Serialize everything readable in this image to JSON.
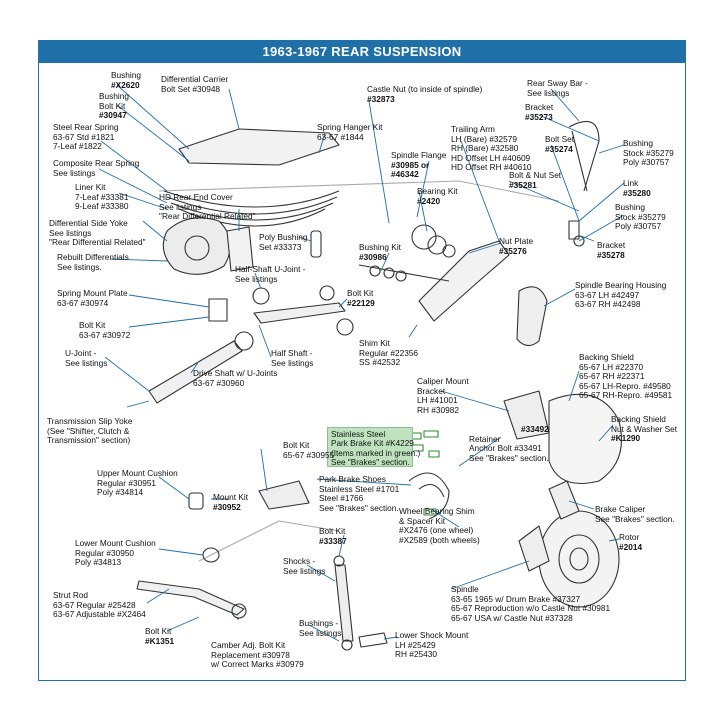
{
  "title": "1963-1967 REAR SUSPENSION",
  "colors": {
    "accent": "#1f6fa8",
    "note_bg": "#bfe3bf",
    "leader": "#1f6fa8"
  },
  "labels": {
    "bushing_x2620": [
      "Bushing",
      "#X2620"
    ],
    "bushing_bolt_kit": [
      "Bushing",
      "Bolt Kit",
      "#30947"
    ],
    "diff_carrier_bolt": [
      "Differential Carrier",
      "Bolt Set  #30948"
    ],
    "castle_nut": [
      "Castle Nut (to inside of spindle)",
      "#32873"
    ],
    "rear_sway_bar": [
      "Rear Sway Bar -",
      "See listings"
    ],
    "bracket_35273": [
      "Bracket",
      "#35273"
    ],
    "bolt_set_35274": [
      "Bolt Set",
      "#35274"
    ],
    "bushing_stock_poly_1": [
      "Bushing",
      "Stock  #35279",
      "Poly  #30757"
    ],
    "steel_rear_spring": [
      "Steel Rear Spring",
      "63-67 Std  #1821",
      "7-Leaf  #1822"
    ],
    "spring_hanger_kit": [
      "Spring Hanger Kit",
      "63-67  #1844"
    ],
    "trailing_arm": [
      "Trailing Arm",
      "LH (Bare)  #32579",
      "RH (Bare)  #32580",
      "HD Offset LH  #40609",
      "HD Offset RH  #40610"
    ],
    "composite_spring": [
      "Composite Rear Spring",
      "See listings"
    ],
    "spindle_flange": [
      "Spindle Flange",
      "#30985 or",
      "#46342"
    ],
    "bolt_nut_set": [
      "Bolt & Nut Set",
      "#35281"
    ],
    "link": [
      "Link",
      "#35280"
    ],
    "liner_kit": [
      "Liner Kit",
      "7-Leaf  #33381",
      "9-Leaf  #33380"
    ],
    "hd_rear_end_cover": [
      "HD Rear End Cover",
      "See listings",
      "\"Rear Differential Related\""
    ],
    "bearing_kit": [
      "Bearing Kit",
      "#2420"
    ],
    "bushing_stock_poly_2": [
      "Bushing",
      "Stock  #35279",
      "Poly  #30757"
    ],
    "diff_side_yoke": [
      "Differential Side Yoke",
      "See listings",
      "\"Rear Differential Related\""
    ],
    "poly_bushing_set": [
      "Poly Bushing",
      "Set  #33373"
    ],
    "nut_plate": [
      "Nut Plate",
      "#35276"
    ],
    "bracket_35278": [
      "Bracket",
      "#35278"
    ],
    "rebuilt_diffs": [
      "Rebuilt Differentials",
      "See listings."
    ],
    "bushing_kit": [
      "Bushing Kit",
      "#30986"
    ],
    "half_shaft_ujoint": [
      "Half-Shaft U-Joint -",
      "See listings"
    ],
    "spindle_bearing_housing": [
      "Spindle Bearing Housing",
      "63-67 LH  #42497",
      "63-67 RH  #42498"
    ],
    "spring_mount_plate": [
      "Spring Mount Plate",
      "63-67  #30974"
    ],
    "bolt_kit_22129": [
      "Bolt Kit",
      "#22129"
    ],
    "bolt_kit_30972": [
      "Bolt Kit",
      "63-67  #30972"
    ],
    "shim_kit": [
      "Shim Kit",
      "Regular  #22356",
      "SS  #42532"
    ],
    "ujoint": [
      "U-Joint -",
      "See listings"
    ],
    "half_shaft": [
      "Half Shaft -",
      "See listings"
    ],
    "backing_shield": [
      "Backing Shield",
      "65-67 LH  #22370",
      "65-67 RH  #22371",
      "65-67 LH-Repro.  #49580",
      "65-67 RH-Repro.  #49581"
    ],
    "drive_shaft": [
      "Drive Shaft w/ U-Joints",
      "63-67  #30960"
    ],
    "caliper_mount_bracket": [
      "Caliper Mount",
      "Bracket",
      "LH  #41001",
      "RH  #30982"
    ],
    "green_note": [
      "Stainless Steel",
      "Park Brake Kit  #K4229",
      "(Items marked in green.)",
      "See \"Brakes\" section."
    ],
    "backing_shield_nut": [
      "Backing Shield",
      "Nut & Washer Set",
      "#K1290"
    ],
    "trans_slip_yoke": [
      "Transmission Slip Yoke",
      "(See \"Shifter, Clutch &",
      "Transmission\" section)"
    ],
    "retainer_anchor_bolt": [
      "#33492",
      "Retainer",
      "Anchor Bolt  #33491",
      "See \"Brakes\" section."
    ],
    "bolt_kit_30955": [
      "Bolt Kit",
      "65-67  #30955"
    ],
    "upper_mount_cushion": [
      "Upper Mount Cushion",
      "Regular  #30951",
      "Poly  #34814"
    ],
    "park_brake_shoes": [
      "Park Brake Shoes",
      "Stainless Steel  #1701",
      "Steel  #1766",
      "See \"Brakes\" section."
    ],
    "mount_kit": [
      "Mount Kit",
      "#30952"
    ],
    "brake_caliper": [
      "Brake Caliper",
      "See \"Brakes\" section."
    ],
    "wheel_bearing_shim": [
      "Wheel Bearing Shim",
      "& Spacer Kit",
      "#X2476 (one wheel)",
      "#X2589 (both wheels)"
    ],
    "rotor": [
      "Rotor",
      "#2014"
    ],
    "bolt_kit_33387": [
      "Bolt Kit",
      "#33387"
    ],
    "lower_mount_cushion": [
      "Lower Mount Cushion",
      "Regular  #30950",
      "Poly  #34813"
    ],
    "shocks": [
      "Shocks -",
      "See listings"
    ],
    "spindle": [
      "Spindle",
      "63-65 1965 w/ Drum Brake  #37327",
      "65-67 Reproduction w/o Castle Nut  #30981",
      "65-67 USA w/ Castle Nut  #37328"
    ],
    "strut_rod": [
      "Strut Rod",
      "63-67 Regular  #25428",
      "63-67 Adjustable  #X2464"
    ],
    "bushings": [
      "Bushings -",
      "See listings"
    ],
    "lower_shock_mount": [
      "Lower Shock Mount",
      "LH  #25429",
      "RH  #25430"
    ],
    "bolt_kit_k1351": [
      "Bolt Kit",
      "#K1351"
    ],
    "camber_adj_bolt": [
      "Camber Adj. Bolt Kit",
      "Replacement  #30978",
      "w/ Correct Marks  #30979"
    ]
  }
}
